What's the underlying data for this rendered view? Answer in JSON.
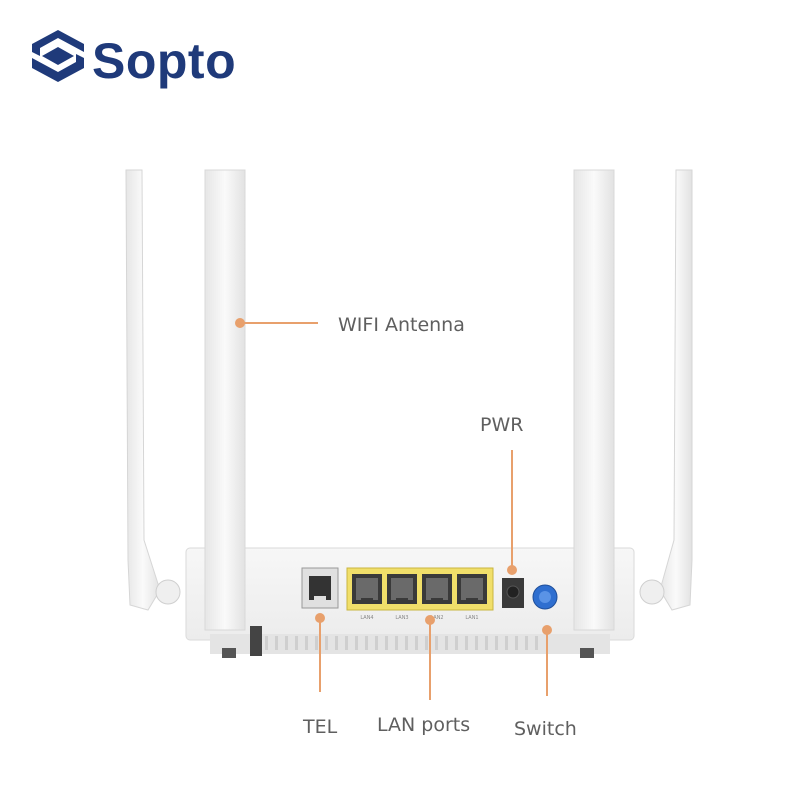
{
  "brand": {
    "name": "Sopto",
    "color": "#1f3a7a"
  },
  "accent_color": "#e8a06c",
  "callouts": {
    "wifi_antenna": "WIFI Antenna",
    "pwr": "PWR",
    "tel": "TEL",
    "lan_ports": "LAN ports",
    "switch": "Switch"
  },
  "lan_port_labels": [
    "LAN4",
    "LAN3",
    "LAN2",
    "LAN1"
  ]
}
